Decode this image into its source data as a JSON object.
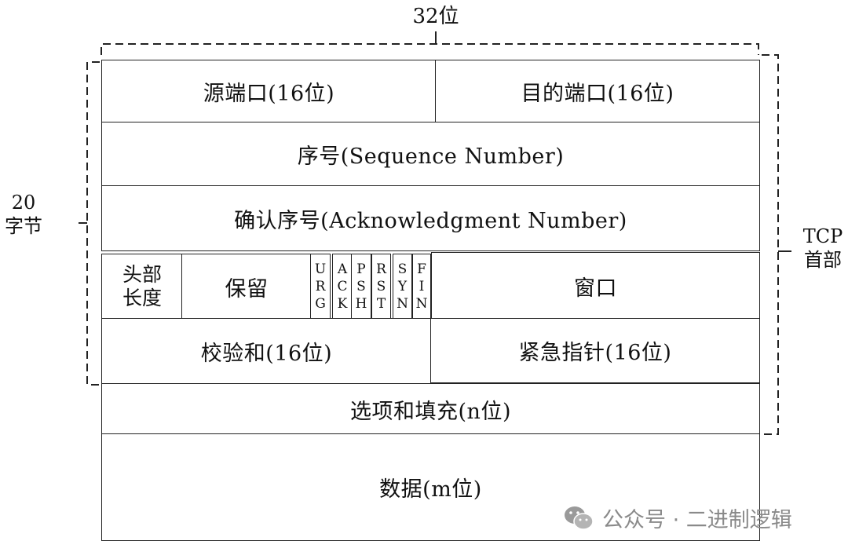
{
  "width_label": "32位",
  "left_label": {
    "line1": "20",
    "line2": "字节"
  },
  "right_label": {
    "line1": "TCP",
    "line2": "首部"
  },
  "rows": {
    "src_port": "源端口(16位)",
    "dst_port": "目的端口(16位)",
    "seq": "序号(Sequence Number)",
    "ack_num": "确认序号(Acknowledgment Number)",
    "header_len": {
      "line1": "头部",
      "line2": "长度"
    },
    "reserved": "保留",
    "flags": [
      {
        "name": "URG",
        "letters": [
          "U",
          "R",
          "G"
        ]
      },
      {
        "name": "ACK",
        "letters": [
          "A",
          "C",
          "K"
        ]
      },
      {
        "name": "PSH",
        "letters": [
          "P",
          "S",
          "H"
        ]
      },
      {
        "name": "RST",
        "letters": [
          "R",
          "S",
          "T"
        ]
      },
      {
        "name": "SYN",
        "letters": [
          "S",
          "Y",
          "N"
        ]
      },
      {
        "name": "FIN",
        "letters": [
          "F",
          "I",
          "N"
        ]
      }
    ],
    "window": "窗口",
    "checksum": "校验和(16位)",
    "urgent_ptr": "紧急指针(16位)",
    "options": "选项和填充(n位)",
    "data": "数据(m位)"
  },
  "watermark": "公众号 · 二进制逻辑"
}
